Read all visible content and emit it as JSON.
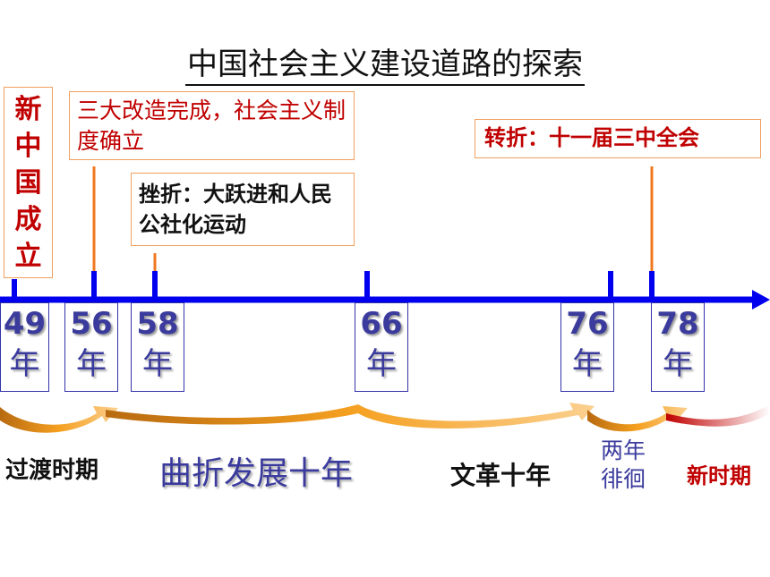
{
  "title": "中国社会主义建设道路的探索",
  "events": {
    "founding": "新中国成立",
    "socialist_system": "三大改造完成，社会主义制度确立",
    "setback": "挫折：大跃进和人民公社化运动",
    "turning_point": "转折：十一届三中全会"
  },
  "years": [
    {
      "num": "49",
      "char": "年"
    },
    {
      "num": "56",
      "char": "年"
    },
    {
      "num": "58",
      "char": "年"
    },
    {
      "num": "66",
      "char": "年"
    },
    {
      "num": "76",
      "char": "年"
    },
    {
      "num": "78",
      "char": "年"
    }
  ],
  "periods": {
    "transition": "过渡时期",
    "tortuous": "曲折发展十年",
    "cultural_revolution": "文革十年",
    "hesitation_line1": "两年",
    "hesitation_line2": "徘徊",
    "new_era": "新时期"
  },
  "colors": {
    "axis": "#0000ee",
    "event_red": "#c00000",
    "connector": "#f07820",
    "year_blue": "#3b3b9e",
    "arrow_orange": "#e88a10"
  }
}
